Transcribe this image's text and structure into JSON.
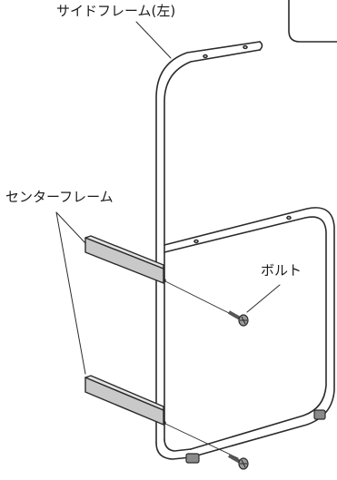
{
  "labels": {
    "side_frame_left": "サイドフレーム(左)",
    "center_frame": "センターフレーム",
    "bolt": "ボルト"
  },
  "colors": {
    "line": "#2b2b2b",
    "bar_fill": "#c9c9c9",
    "bar_shade": "#a8a8a8",
    "foot": "#8a8a8a"
  }
}
